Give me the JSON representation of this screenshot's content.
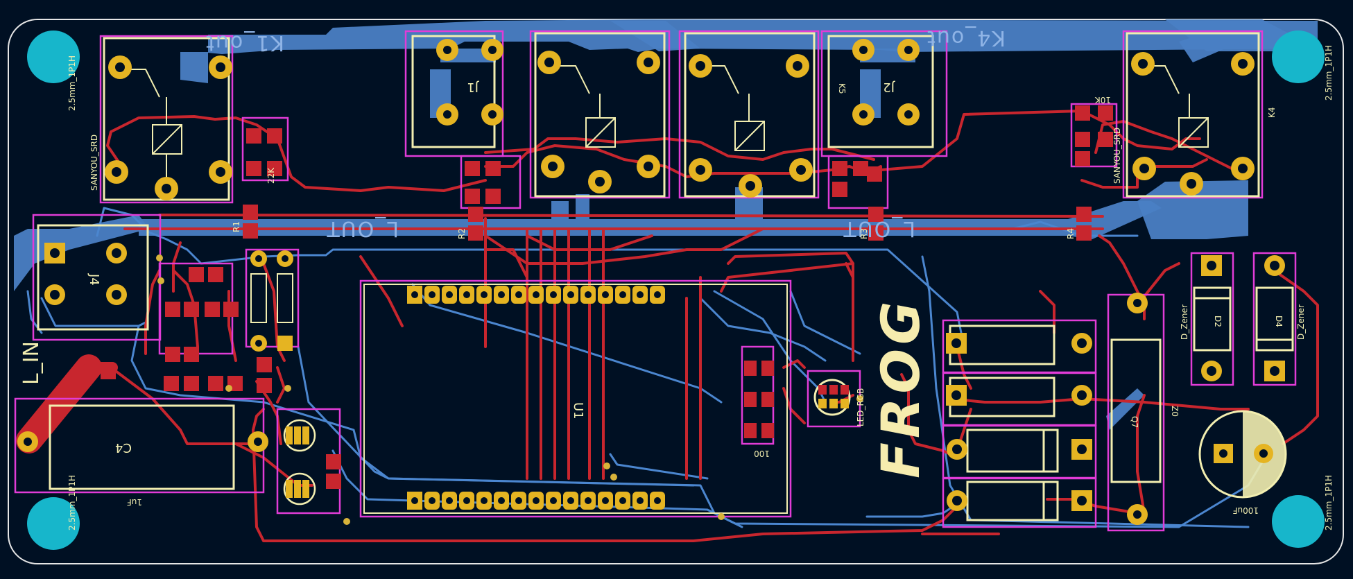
{
  "board": {
    "logo": "FROG",
    "input_label": "L_IN",
    "net_labels": {
      "k1": "K1_out",
      "k4": "K4_out",
      "l_out_left": "L_OUT",
      "l_out_right": "L_OUT"
    },
    "components": {
      "mh_note_tl": "2.5mm_1P1H",
      "mh_note_bl": "2.5mm_1P1H",
      "mh_note_br": "2.5mm_1P1H",
      "mh_note_tr": "2.5mm_1P1H",
      "relay_tl": "SANYOU_SRD",
      "relay_tr": "SANYOU_SRD",
      "r1": "R1",
      "r2": "R2",
      "r3": "R3",
      "r4": "R4",
      "j1": "J1",
      "j2": "J2",
      "j4": "J4",
      "k4": "K4",
      "k5": "K5",
      "u1": "U1",
      "q7": "Q7",
      "d2": "D2",
      "d4": "D4",
      "z0": "Z0",
      "c4": "C4",
      "cap_value": "1uF",
      "cap2_value": "100uF",
      "led": "LED_RGB",
      "zener1": "D_Zener",
      "zener2": "D_Zener",
      "value_10k": "10K",
      "value_100": "100",
      "value_22k": "22K"
    },
    "colors": {
      "background": "#001023",
      "copper_front": "#c8262e",
      "copper_back": "#4b86cf",
      "silkscreen": "#f2eeb0",
      "courtyard": "#e13cd7",
      "pads": "#e5b422",
      "mounting_holes": "#17b6cb"
    }
  }
}
